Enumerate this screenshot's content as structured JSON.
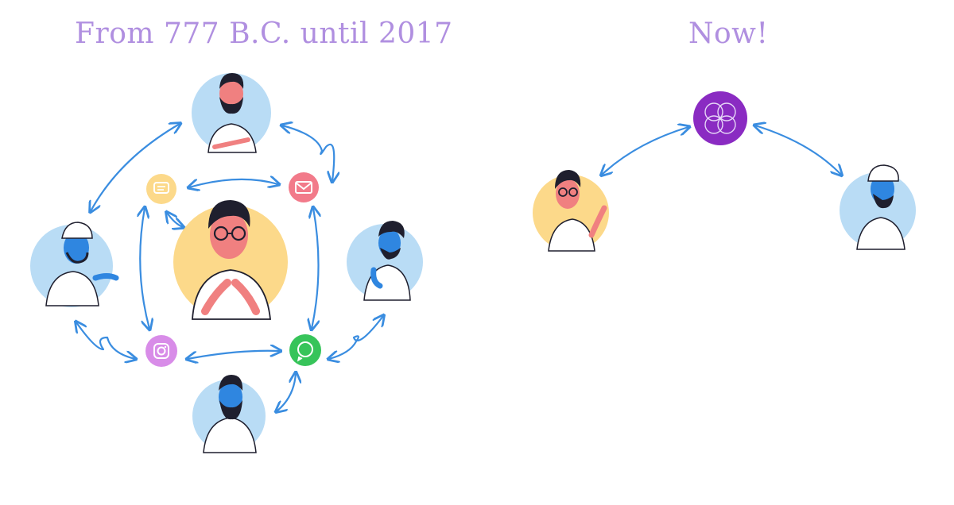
{
  "left_panel": {
    "title": "From 777 B.C. until 2017",
    "center_person": "person-glasses",
    "people": [
      "person-top-bearded",
      "person-left-cap",
      "person-right-bearded",
      "person-bottom-bearded"
    ],
    "apps": [
      "chat-app-icon",
      "mail-app-icon",
      "instagram-app-icon",
      "whatsapp-app-icon"
    ]
  },
  "right_panel": {
    "title": "Now!",
    "hub_icon": "flower-logo-icon",
    "people": [
      "person-glasses",
      "person-cap"
    ]
  },
  "colors": {
    "title": "#b08fe0",
    "arrow": "#3a8de0",
    "blue_circle": "#b9dcf5",
    "yellow_circle": "#fcd98a",
    "chat_icon": "#fcd98a",
    "mail_icon": "#f27a8a",
    "instagram_icon": "#d88ce8",
    "whatsapp_icon": "#37c45a",
    "hub_icon": "#8a2bc2",
    "blue_skin": "#2f86e0",
    "red_skin": "#f08080",
    "hair": "#1f1f2e"
  }
}
